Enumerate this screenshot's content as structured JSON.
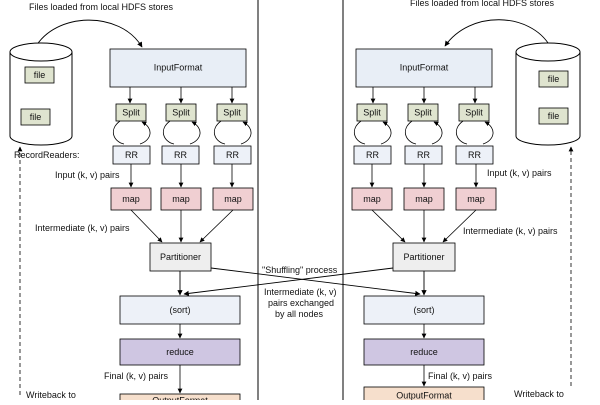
{
  "labels": {
    "files_loaded": "Files loaded from local HDFS stores",
    "record_readers": "RecordReaders:",
    "input_pairs": "Input (k, v) pairs",
    "intermediate_pairs": "Intermediate (k, v) pairs",
    "shuffling": "\"Shuffling\" process",
    "exchanged_1": "Intermediate (k, v)",
    "exchanged_2": "pairs exchanged",
    "exchanged_3": "by all nodes",
    "final_pairs": "Final (k, v) pairs",
    "writeback": "Writeback to"
  },
  "boxes": {
    "file": "file",
    "input_format": "InputFormat",
    "split": "Split",
    "rr": "RR",
    "map": "map",
    "partitioner": "Partitioner",
    "sort": "(sort)",
    "reduce": "reduce",
    "output_format": "OutputFormat"
  },
  "colors": {
    "input_format": "#e8eef6",
    "split": "#dfe4cf",
    "rr": "#edf1f8",
    "map": "#f0cfd2",
    "partitioner": "#eeeeee",
    "sort": "#edf1f8",
    "reduce": "#cfc6e2",
    "output_format": "#f6dfcc",
    "file": "#dfe4cf"
  }
}
